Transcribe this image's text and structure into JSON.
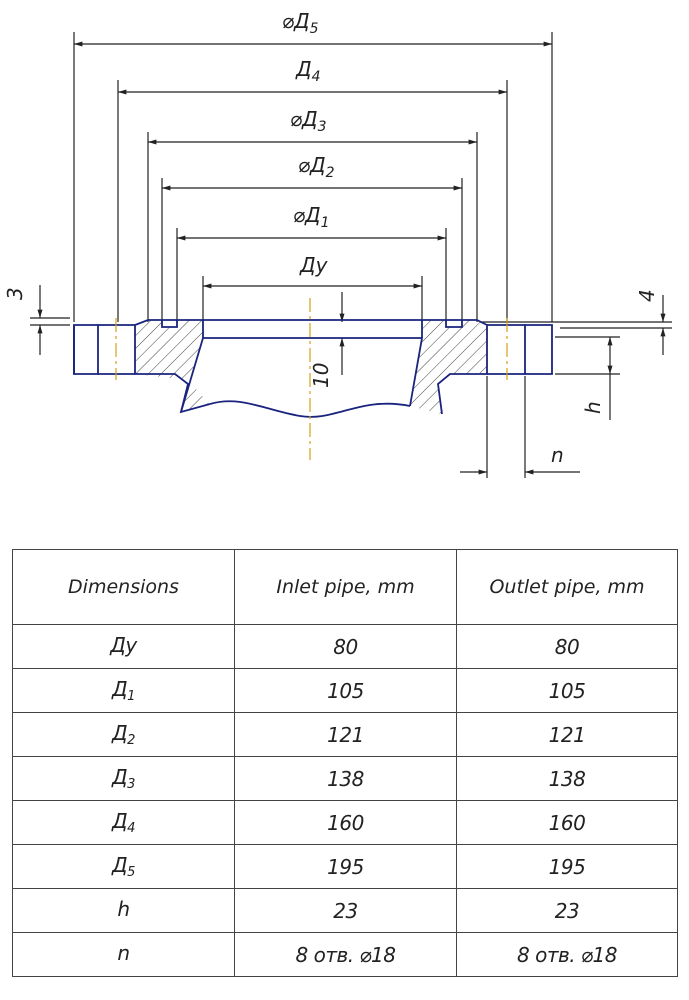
{
  "drawing": {
    "labels": {
      "d5": "⌀Д",
      "d5_sub": "5",
      "d4": "Д",
      "d4_sub": "4",
      "d3": "⌀Д",
      "d3_sub": "3",
      "d2": "⌀Д",
      "d2_sub": "2",
      "d1": "⌀Д",
      "d1_sub": "1",
      "dy": "Ду",
      "three": "3",
      "four": "4",
      "ten": "10",
      "h": "h",
      "n": "n"
    }
  },
  "table": {
    "headers": [
      "Dimensions",
      "Inlet pipe, mm",
      "Outlet pipe, mm"
    ],
    "rows": [
      {
        "name": "Ду",
        "sub": "",
        "inlet": "80",
        "outlet": "80"
      },
      {
        "name": "Д",
        "sub": "1",
        "inlet": "105",
        "outlet": "105"
      },
      {
        "name": "Д",
        "sub": "2",
        "inlet": "121",
        "outlet": "121"
      },
      {
        "name": "Д",
        "sub": "3",
        "inlet": "138",
        "outlet": "138"
      },
      {
        "name": "Д",
        "sub": "4",
        "inlet": "160",
        "outlet": "160"
      },
      {
        "name": "Д",
        "sub": "5",
        "inlet": "195",
        "outlet": "195"
      },
      {
        "name": "h",
        "sub": "",
        "inlet": "23",
        "outlet": "23"
      },
      {
        "name": "n",
        "sub": "",
        "inlet": "8 отв. ⌀18",
        "outlet": "8 отв. ⌀18"
      }
    ]
  }
}
